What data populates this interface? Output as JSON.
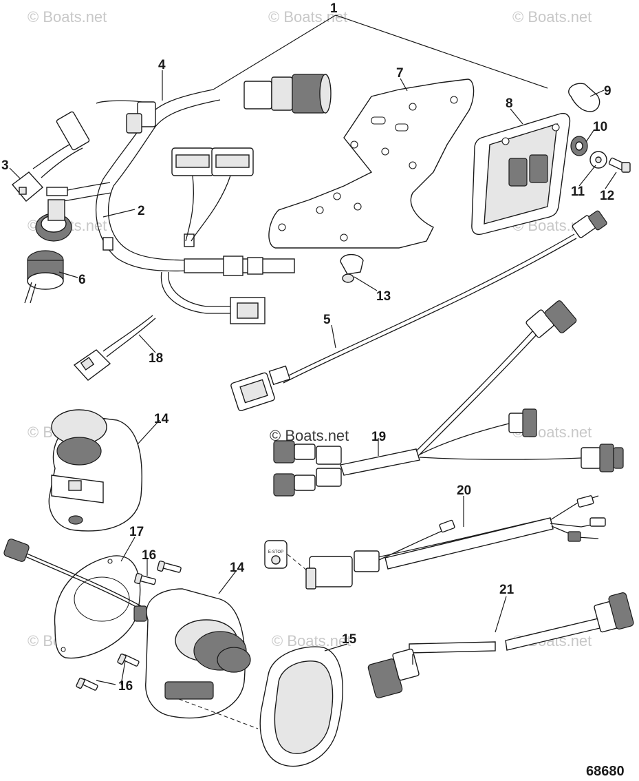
{
  "watermark": {
    "text": "© Boats.net",
    "color": "#c8c8c8"
  },
  "figure_number": "68680",
  "callouts": [
    {
      "id": "1",
      "label": "1"
    },
    {
      "id": "2",
      "label": "2"
    },
    {
      "id": "3",
      "label": "3"
    },
    {
      "id": "4",
      "label": "4"
    },
    {
      "id": "5",
      "label": "5"
    },
    {
      "id": "6",
      "label": "6"
    },
    {
      "id": "7",
      "label": "7"
    },
    {
      "id": "8",
      "label": "8"
    },
    {
      "id": "9",
      "label": "9"
    },
    {
      "id": "10",
      "label": "10"
    },
    {
      "id": "11",
      "label": "11"
    },
    {
      "id": "12",
      "label": "12"
    },
    {
      "id": "13",
      "label": "13"
    },
    {
      "id": "14a",
      "label": "14"
    },
    {
      "id": "14b",
      "label": "14"
    },
    {
      "id": "15",
      "label": "15"
    },
    {
      "id": "16a",
      "label": "16"
    },
    {
      "id": "16b",
      "label": "16"
    },
    {
      "id": "17",
      "label": "17"
    },
    {
      "id": "18",
      "label": "18"
    },
    {
      "id": "19",
      "label": "19"
    },
    {
      "id": "20",
      "label": "20"
    },
    {
      "id": "21",
      "label": "21"
    }
  ],
  "switch_labels": {
    "estop": "E-STOP"
  }
}
